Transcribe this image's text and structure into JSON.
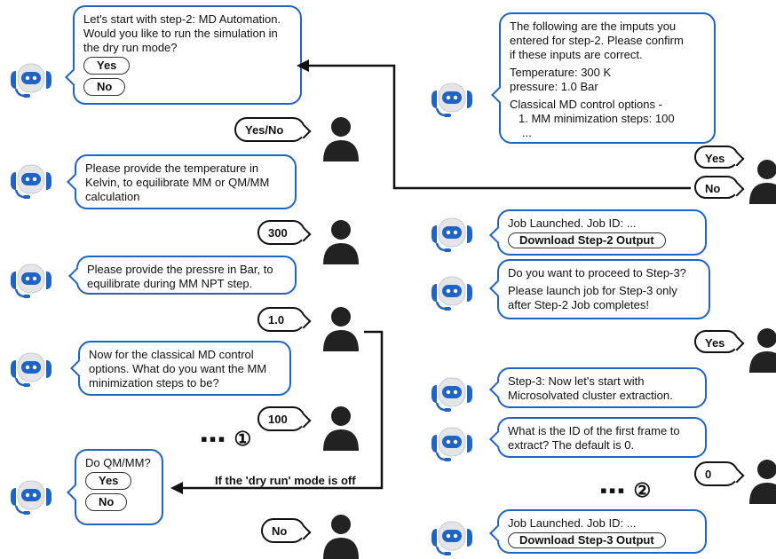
{
  "left": {
    "bot1": {
      "lines": [
        "Let's start with step-2: MD Automation.",
        "Would you like to run the simulation in",
        "the dry run mode?"
      ],
      "yes": "Yes",
      "no": "No"
    },
    "reply1": "Yes/No",
    "bot2": {
      "lines": [
        "Please provide the temperature in",
        "Kelvin, to equilibrate MM or QM/MM",
        "calculation"
      ]
    },
    "reply2": "300",
    "bot3": {
      "lines": [
        "Please provide the pressre in Bar, to",
        "equilibrate during MM NPT step."
      ]
    },
    "reply3": "1.0",
    "bot4": {
      "lines": [
        "Now for the classical MD control",
        "options. What do you want the MM",
        "minimization steps to be?"
      ]
    },
    "reply4": "100",
    "dots1": "▪▪▪ ①",
    "bot5": {
      "lines": [
        "Do QM/MM?"
      ],
      "yes": "Yes",
      "no": "No"
    },
    "dry_run_off": "If the 'dry run' mode is off",
    "reply5": "No"
  },
  "right": {
    "confirm": {
      "lines": [
        "The following are the imputs you",
        "entered for step-2. Please confirm",
        "if these inputs are correct."
      ],
      "temp": "Temperature: 300 K",
      "pressure": "pressure: 1.0 Bar",
      "classical": "Classical MD control options -",
      "mm_steps": "1. MM minimization steps: 100",
      "ellipsis": "..."
    },
    "reply_yes": "Yes",
    "reply_no": "No",
    "job2": {
      "text": "Job Launched. Job ID: ...",
      "button": "Download Step-2 Output"
    },
    "proceed": {
      "line1": "Do you want to proceed to Step-3?",
      "line2": "Please launch job for Step-3 only",
      "line3": "after Step-2 Job completes!"
    },
    "reply_yes2": "Yes",
    "step3": {
      "lines": [
        "Step-3: Now let's start with",
        "Microsolvated cluster extraction."
      ]
    },
    "frame": {
      "lines": [
        "What is the ID of the first frame to",
        "extract? The default is 0."
      ]
    },
    "reply_zero": "0",
    "dots2": "▪▪▪ ②",
    "job3": {
      "text": "Job Launched. Job ID: ...",
      "button": "Download Step-3 Output"
    }
  },
  "colors": {
    "accent": "#1f63c4",
    "bot_face": "#1f63c4",
    "user": "#222222"
  }
}
